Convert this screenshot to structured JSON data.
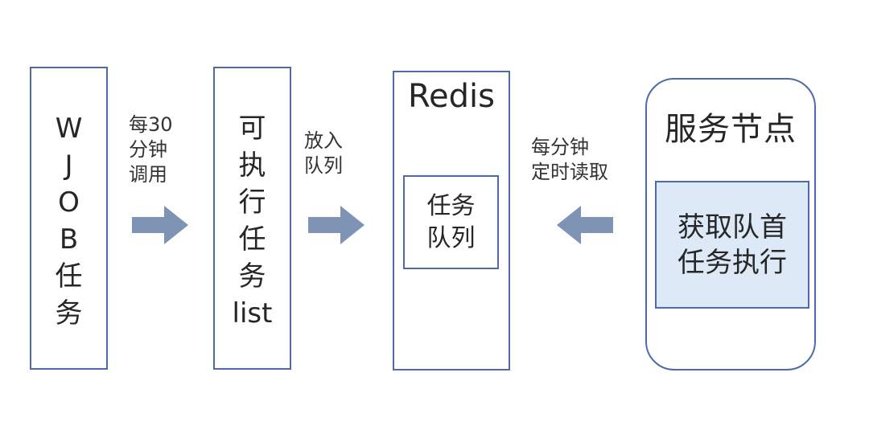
{
  "nodes": {
    "wjob": {
      "chars": [
        "W",
        "J",
        "O",
        "B",
        "任",
        "务"
      ]
    },
    "executable_list": {
      "lines": [
        "可",
        "执",
        "行",
        "任",
        "务",
        "list"
      ]
    },
    "redis": {
      "title": "Redis",
      "queue_lines": [
        "任务",
        "队列"
      ]
    },
    "service_node": {
      "title": "服务节点",
      "action_lines": [
        "获取队首",
        "任务执行"
      ]
    }
  },
  "edges": {
    "call_every_30": {
      "lines": [
        "每30",
        "分钟",
        "调用"
      ]
    },
    "enqueue": {
      "lines": [
        "放入",
        "队列"
      ]
    },
    "read_every_minute": {
      "lines": [
        "每分钟",
        "定时读取"
      ]
    }
  },
  "colors": {
    "border": "#4f6aa8",
    "arrow": "#7f93b5",
    "highlight_fill": "#dde9f7"
  }
}
